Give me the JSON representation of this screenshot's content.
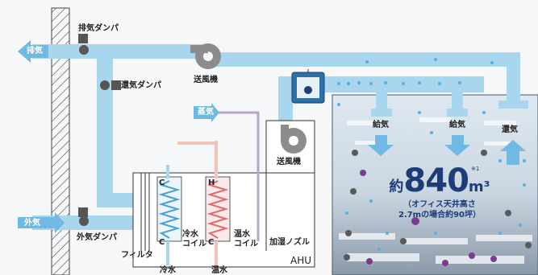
{
  "labels": {
    "exhaust_damper": "排気ダンパ",
    "exhaust": "排気",
    "return_damper": "還気ダンパ",
    "blower_top": "送風機",
    "steam": "蒸気",
    "blower_ahu": "送風機",
    "outdoor_air": "外気",
    "outdoor_damper": "外気ダンパ",
    "filter": "フィルタ",
    "cold_coil": "冷水\nコイル",
    "hot_coil": "温水\nコイル",
    "humid_nozzle": "加湿ノズル",
    "chilled_water": "冷水",
    "hot_water": "温水",
    "ahu": "AHU",
    "c_top": "C",
    "c_bottom": "C",
    "h_top": "H",
    "c_hot_bottom": "C",
    "supply1": "給気",
    "supply2": "給気",
    "return": "還気"
  },
  "stat": {
    "prefix": "約",
    "number": "840",
    "unit": "m³",
    "note": "※1",
    "sub1": "（オフィス天井高さ",
    "sub2": "2.7mの場合約90坪）"
  },
  "colors": {
    "duct": "#a7d6ee",
    "arrow": "#6fb9e3",
    "dark_blue": "#1d3c78",
    "steam": "#b9a5cf",
    "hot": "#f3c4b5",
    "cold_coil": "#4d9fd6",
    "hot_coil": "#e36b6b",
    "damper": "#555555",
    "purple_particle": "#7a3c8e",
    "gray_particle": "#5a5a5a"
  }
}
